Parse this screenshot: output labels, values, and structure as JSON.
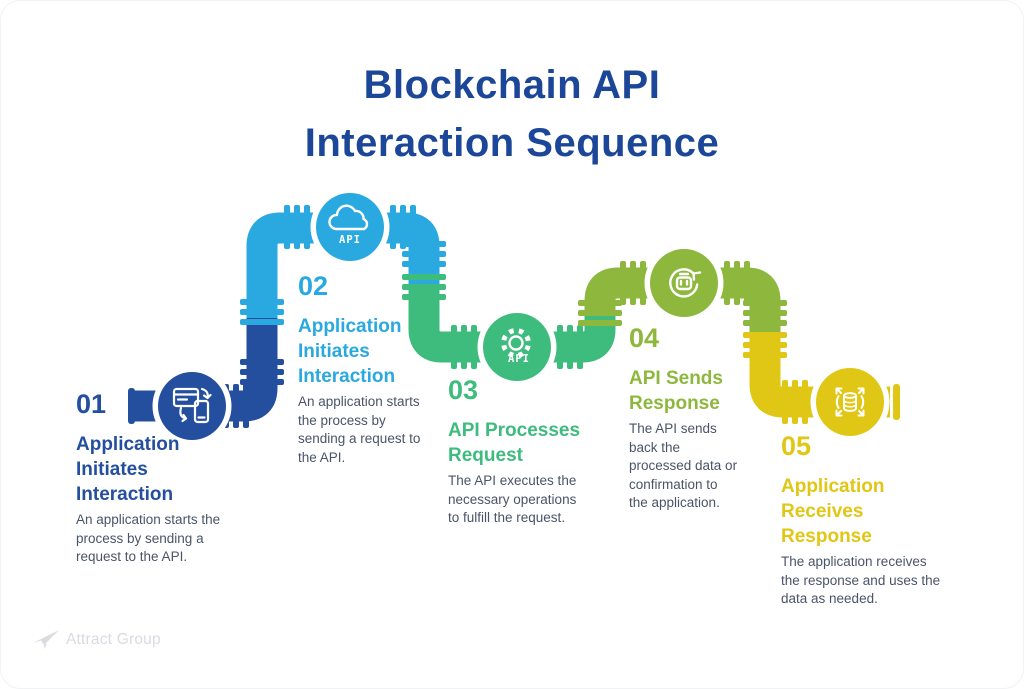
{
  "title": {
    "line1": "Blockchain API",
    "line2": "Interaction Sequence",
    "color": "#1c4697"
  },
  "description_color": "#4a5468",
  "steps": [
    {
      "number": "01",
      "heading": "Application\nInitiates\nInteraction",
      "description": "An application starts the\nprocess by sending a\nrequest to the API.",
      "color": "#234f9e",
      "icon": "app-device-sync-icon"
    },
    {
      "number": "02",
      "heading": "Application\nInitiates\nInteraction",
      "description": "An application starts\nthe process by\nsending a request to\nthe API.",
      "color": "#29a9e0",
      "icon": "cloud-api-icon",
      "icon_label": "API"
    },
    {
      "number": "03",
      "heading": "API Processes\nRequest",
      "description": "The API executes the\nnecessary operations\nto fulfill the request.",
      "color": "#3dbc7e",
      "icon": "gear-api-icon",
      "icon_label": "API"
    },
    {
      "number": "04",
      "heading": "API Sends\nResponse",
      "description": "The API sends\nback the\nprocessed data or\nconfirmation to\nthe application.",
      "color": "#8db83d",
      "icon": "refresh-bot-icon"
    },
    {
      "number": "05",
      "heading": "Application\nReceives\nResponse",
      "description": "The application receives\nthe response and uses the\ndata as needed.",
      "color": "#e1c715",
      "icon": "data-distribute-icon"
    }
  ],
  "footer": {
    "logo_text": "Attract Group",
    "logo_icon": "paper-plane-icon",
    "color": "#d8dbe0"
  }
}
